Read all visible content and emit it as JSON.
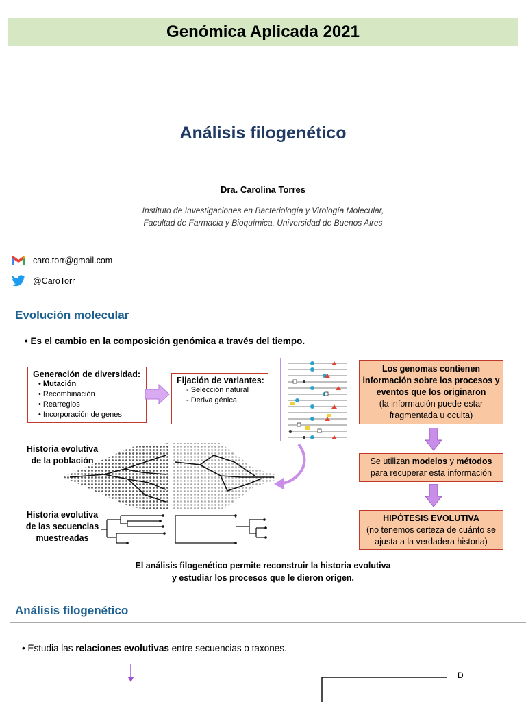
{
  "header": {
    "title": "Genómica Aplicada 2021"
  },
  "title": "Análisis filogenético",
  "author": "Dra. Carolina Torres",
  "affiliation": {
    "line1": "Instituto de Investigaciones en Bacteriología y Virología Molecular,",
    "line2": "Facultad de Farmacia y Bioquímica, Universidad de Buenos Aires"
  },
  "contacts": {
    "email": "caro.torr@gmail.com",
    "twitter": "@CaroTorr",
    "email_icon": "gmail-icon",
    "twitter_icon": "twitter-bird-icon"
  },
  "section1": {
    "heading": "Evolución molecular",
    "bullet": "Es el cambio en la composición genómica a través del tiempo.",
    "diversity": {
      "title": "Generación de diversidad:",
      "items": [
        "Mutación",
        "Recombinación",
        "Rearreglos",
        "Incorporación de genes"
      ]
    },
    "fixation": {
      "title": "Fijación de variantes:",
      "items": [
        "- Selección natural",
        "- Deriva génica"
      ]
    },
    "orange1": {
      "bold": "Los genomas contienen información sobre los procesos y eventos que los originaron",
      "normal": "(la información puede estar fragmentada u oculta)"
    },
    "orange2": {
      "pre": "Se utilizan ",
      "b1": "modelos",
      "mid": " y ",
      "b2": "métodos",
      "post": "para recuperar esta información"
    },
    "orange3": {
      "bold": "HIPÓTESIS EVOLUTIVA",
      "normal": "(no tenemos certeza de cuánto se ajusta a la verdadera historia)"
    },
    "pop_label": {
      "l1": "Historia evolutiva",
      "l2": "de la población"
    },
    "seq_label": {
      "l1": "Historia evolutiva",
      "l2": "de las secuencias",
      "l3": "muestreadas"
    },
    "caption": {
      "l1": "El análisis filogenético permite reconstruir la historia evolutiva",
      "l2": "y estudiar los procesos que le dieron origen."
    },
    "accent_color": "#c98ee8"
  },
  "section2": {
    "heading": "Análisis filogenético",
    "bullet_pre": "Estudia las ",
    "bullet_bold": "relaciones evolutivas",
    "bullet_post": " entre secuencias o taxones.",
    "tree_label_d": "D"
  }
}
